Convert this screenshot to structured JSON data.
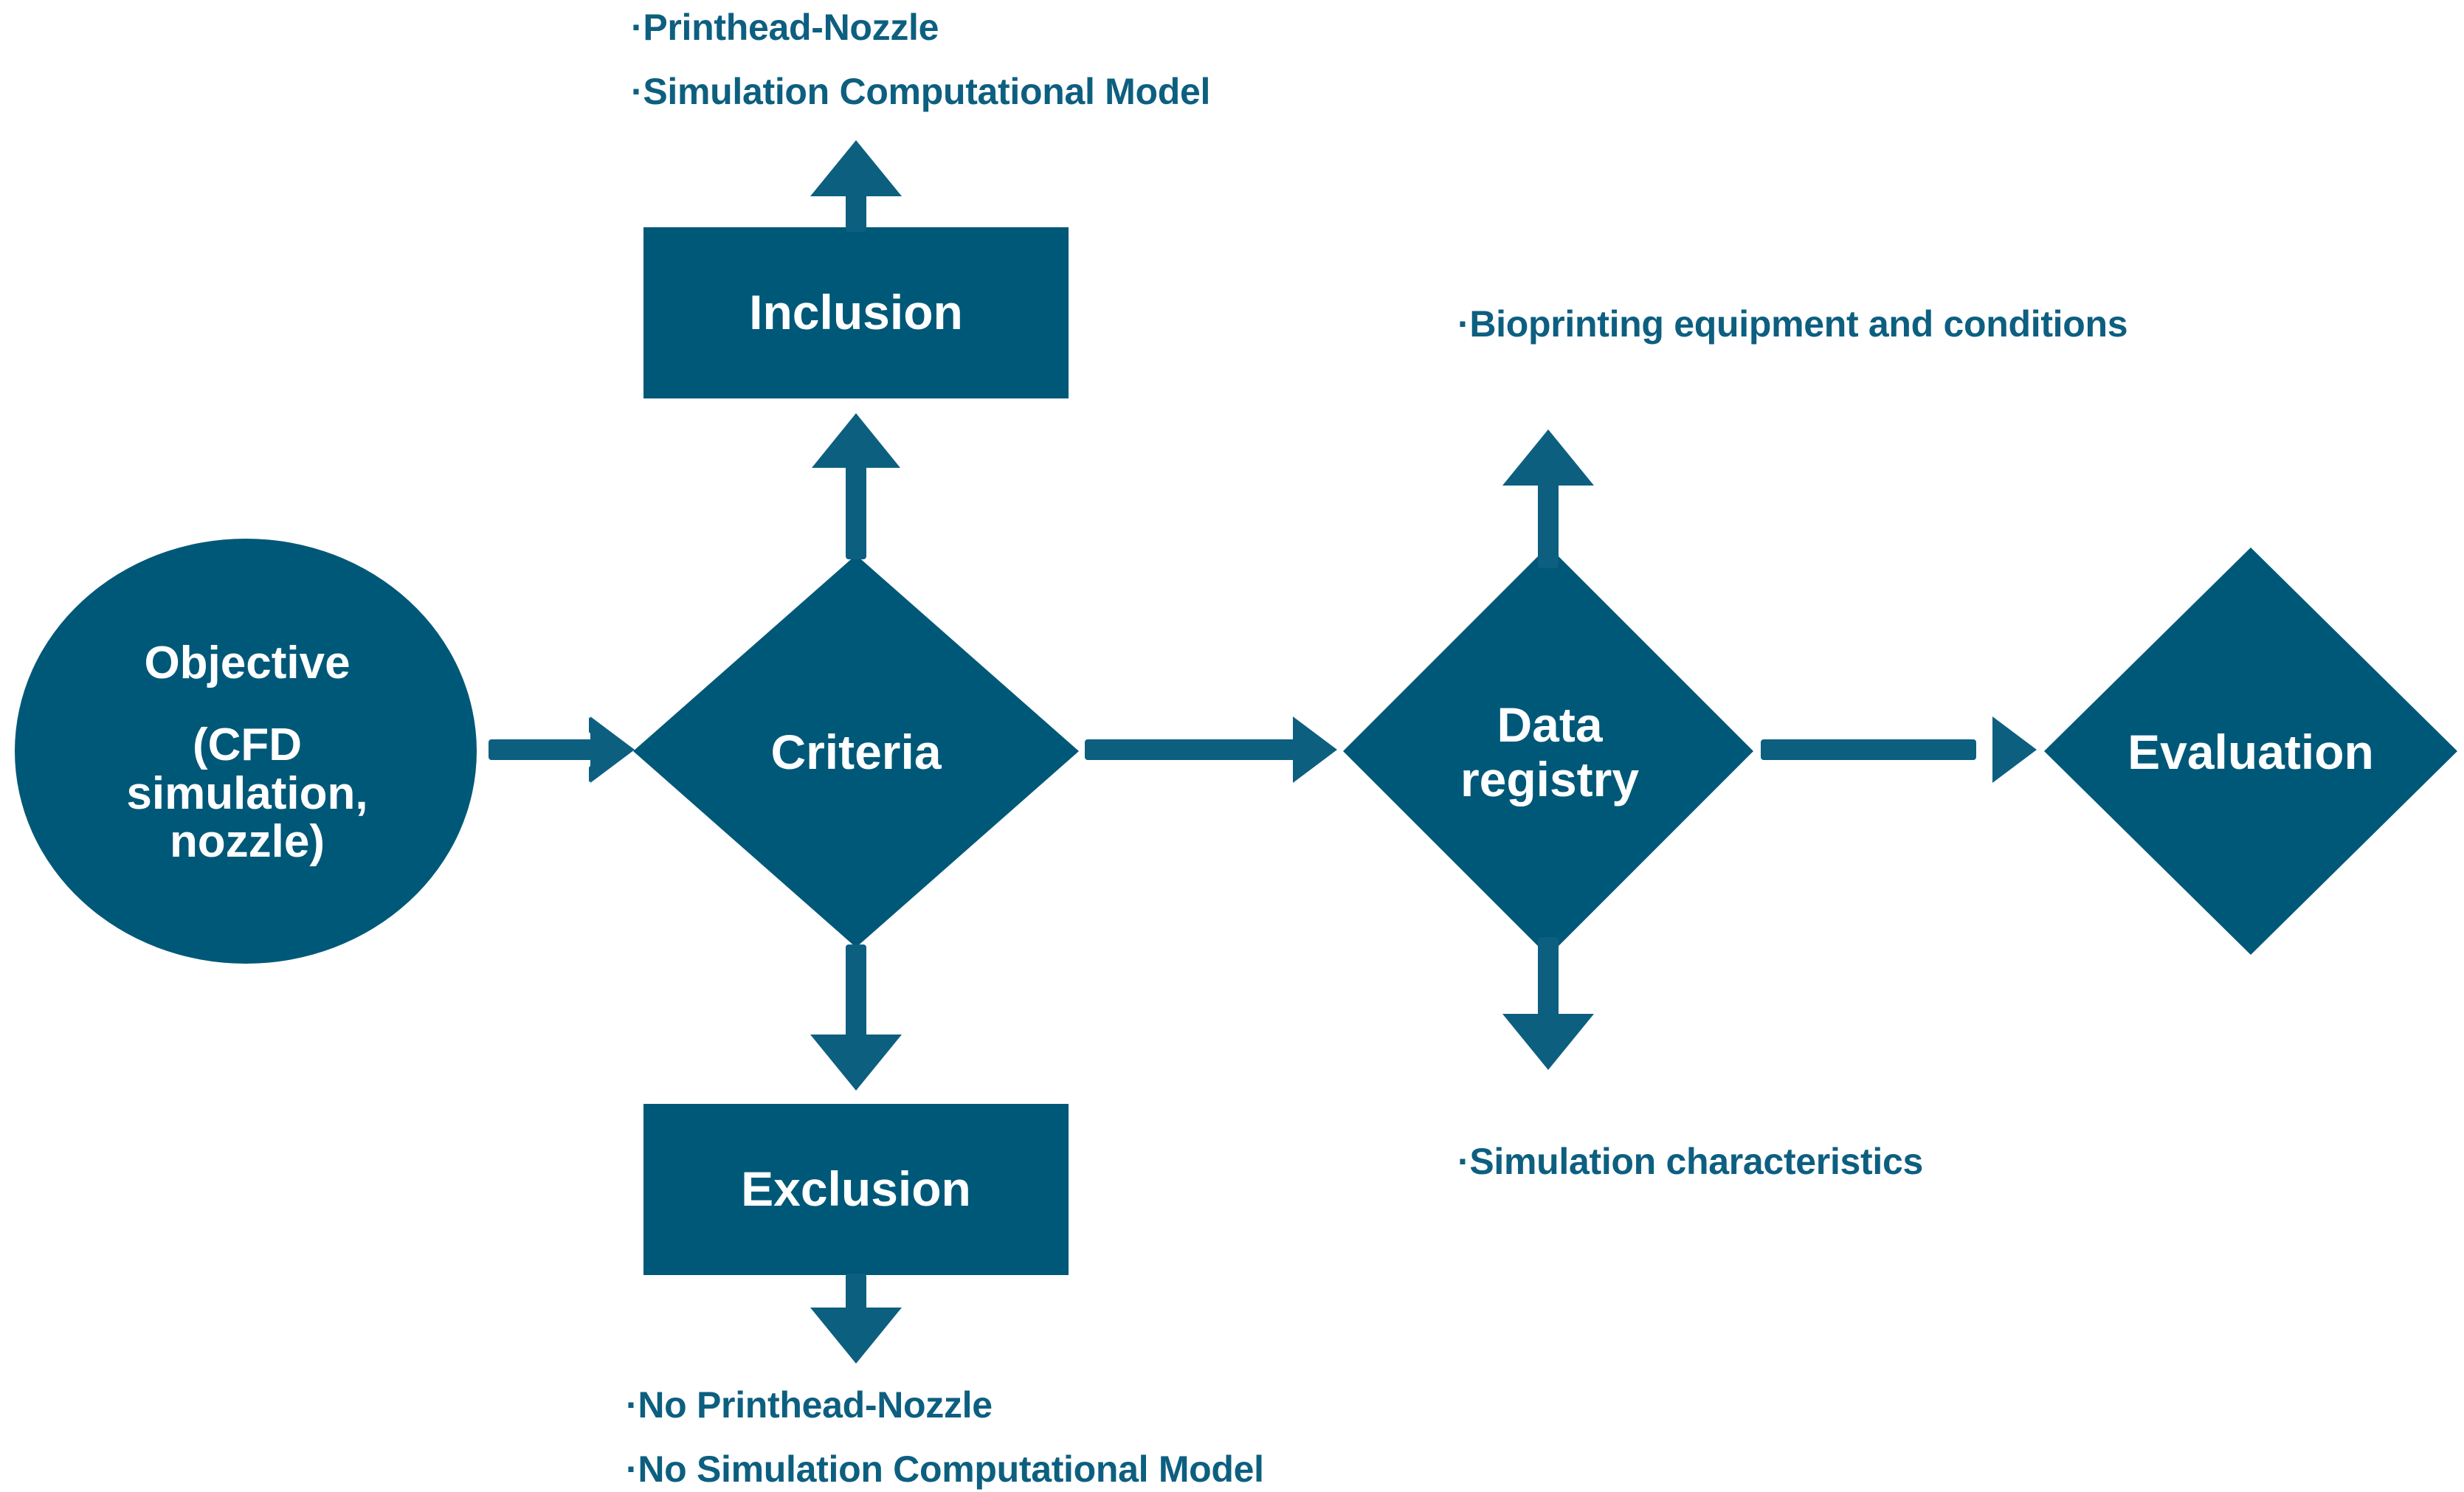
{
  "diagram": {
    "title": "Bioprinting CFD simulation review flowchart",
    "colors": {
      "shape_fill": "#005878",
      "shape_text": "#ffffff",
      "annotation_text": "#0d5f80",
      "arrow": "#0d5f80",
      "background": "#ffffff"
    }
  },
  "nodes": {
    "objective": {
      "shape": "circle",
      "title": "Objective",
      "subtitle": "(CFD\nsimulation,\nnozzle)"
    },
    "inclusion": {
      "shape": "rectangle",
      "label": "Inclusion"
    },
    "exclusion": {
      "shape": "rectangle",
      "label": "Exclusion"
    },
    "criteria": {
      "shape": "diamond",
      "label": "Criteria"
    },
    "data_registry": {
      "shape": "diamond",
      "label": "Data\nregistry"
    },
    "evaluation": {
      "shape": "diamond",
      "label": "Evaluation"
    }
  },
  "annotations": {
    "inclusion_items": [
      "·Printhead-Nozzle",
      "·Simulation Computational Model"
    ],
    "exclusion_items": [
      "·No Printhead-Nozzle",
      "·No Simulation Computational Model"
    ],
    "data_registry_up": "·Bioprinting equipment and conditions",
    "data_registry_down": "·Simulation characteristics"
  },
  "edges": [
    {
      "from": "objective",
      "to": "criteria",
      "direction": "right"
    },
    {
      "from": "criteria",
      "to": "inclusion",
      "direction": "up"
    },
    {
      "from": "inclusion",
      "to": "inclusion_items",
      "direction": "up"
    },
    {
      "from": "criteria",
      "to": "exclusion",
      "direction": "down"
    },
    {
      "from": "exclusion",
      "to": "exclusion_items",
      "direction": "down"
    },
    {
      "from": "criteria",
      "to": "data_registry",
      "direction": "right"
    },
    {
      "from": "data_registry",
      "to": "data_registry_up",
      "direction": "up"
    },
    {
      "from": "data_registry",
      "to": "data_registry_down",
      "direction": "down"
    },
    {
      "from": "data_registry",
      "to": "evaluation",
      "direction": "right"
    }
  ]
}
